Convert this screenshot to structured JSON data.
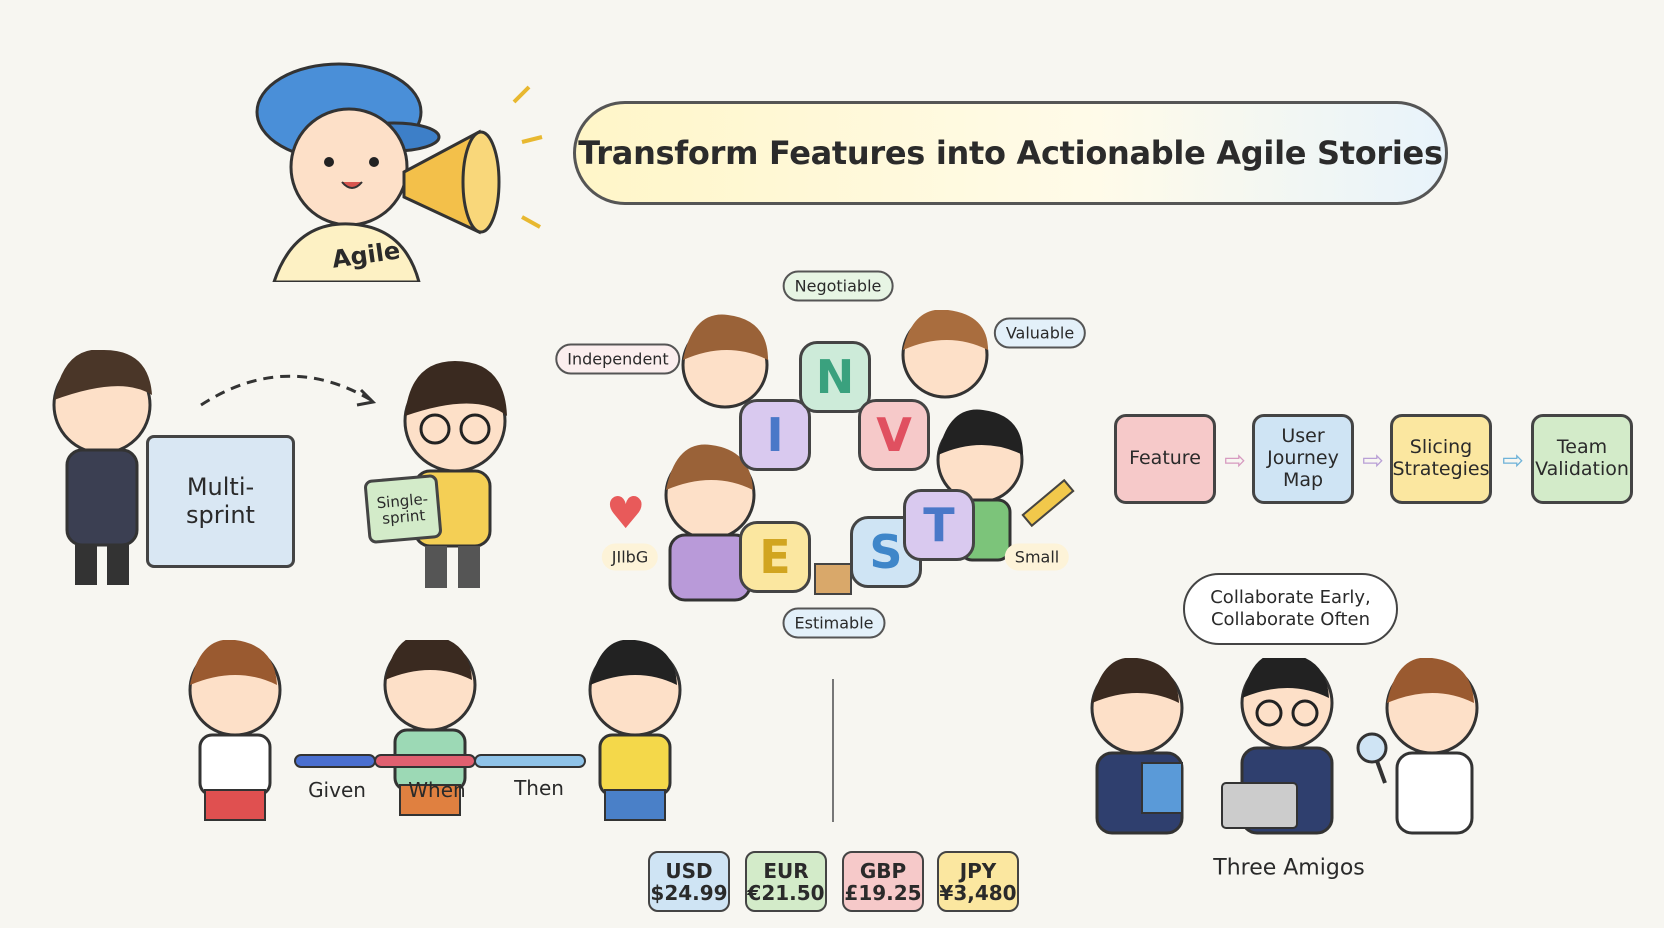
{
  "title": "Transform Features into Actionable Agile Stories",
  "mascot": {
    "shirt_text": "Agile"
  },
  "sizing": {
    "large_box_label": "Multi-\nsprint",
    "small_sign_label": "Single-\nsprint"
  },
  "invest": {
    "letters": [
      "I",
      "N",
      "V",
      "E",
      "S",
      "T"
    ],
    "bubbles": {
      "independent": "Independent",
      "negotiable": "Negotiable",
      "valuable": "Valuable",
      "estimable": "Estimable",
      "small": "Small",
      "testable_garbled": "JIlbG"
    }
  },
  "flow": {
    "steps": [
      "Feature",
      "User Journey Map",
      "Slicing Strategies",
      "Team Validation"
    ],
    "colors": [
      "#f6c9c9",
      "#cfe4f4",
      "#fbe7a0",
      "#d3ebc9"
    ]
  },
  "gherkin": {
    "given": "Given",
    "when": "When",
    "then": "Then"
  },
  "currencies": [
    {
      "code": "USD",
      "value": "$24.99",
      "color": "#cfe4f4"
    },
    {
      "code": "EUR",
      "value": "€21.50",
      "color": "#d3ebc9"
    },
    {
      "code": "GBP",
      "value": "£19.25",
      "color": "#f6c9c9"
    },
    {
      "code": "JPY",
      "value": "¥3,480",
      "color": "#fbe7a0"
    }
  ],
  "three_amigos": {
    "speech": "Collaborate Early,\nCollaborate Often",
    "label": "Three Amigos"
  }
}
